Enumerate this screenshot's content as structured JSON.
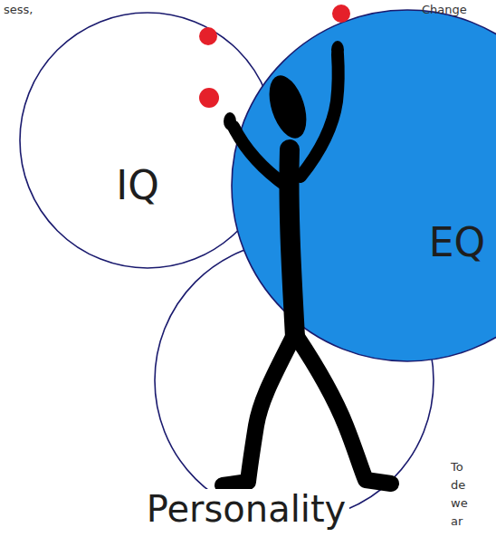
{
  "diagram": {
    "nodes": [
      {
        "text": [
          "IQ"
        ]
      },
      {
        "text": [
          "EQ"
        ]
      },
      {
        "text": [
          "Personality"
        ]
      }
    ],
    "labels": [
      "sess,",
      "Change",
      "To",
      "de",
      "we",
      "ar"
    ]
  }
}
